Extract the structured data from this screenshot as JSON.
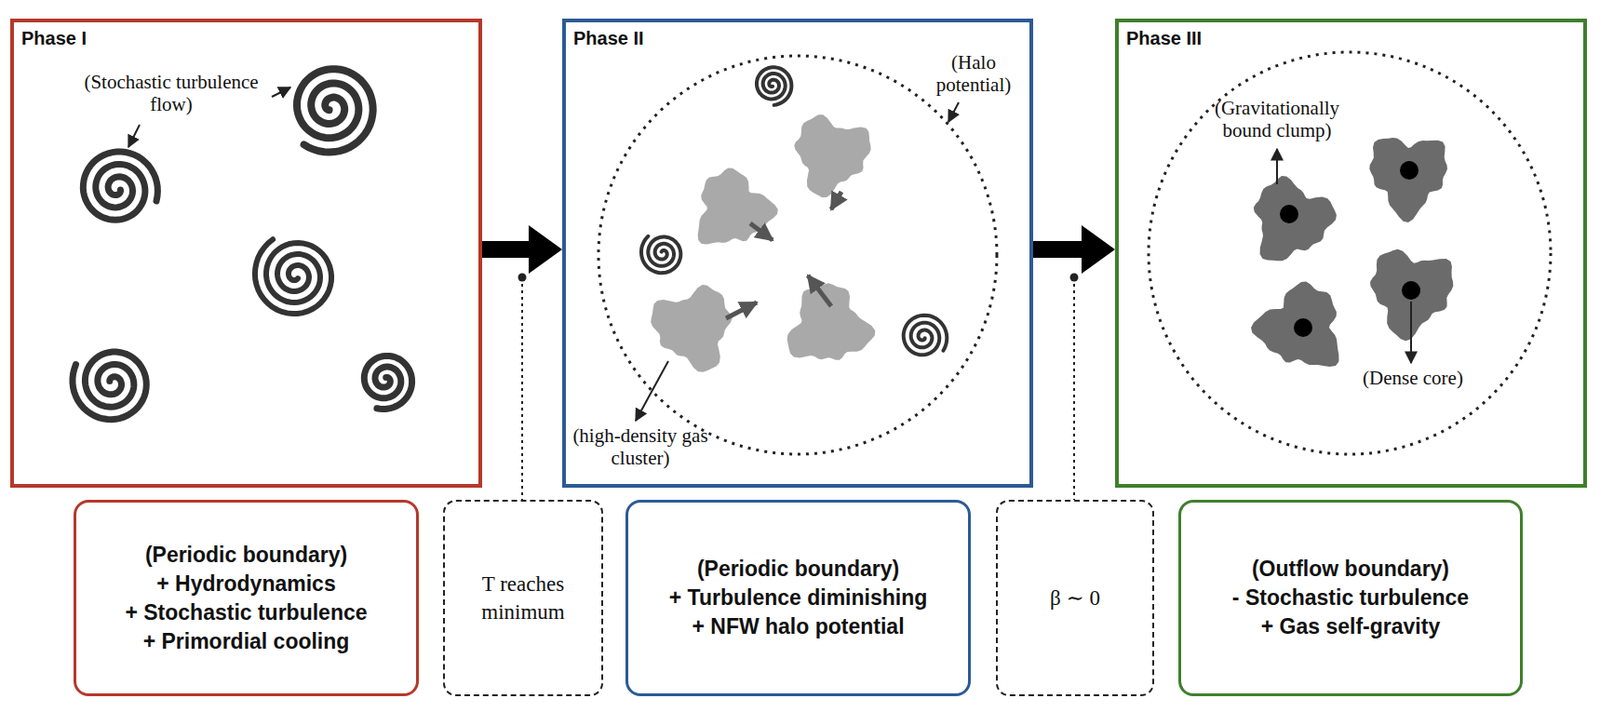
{
  "diagram": {
    "nodes": [
      {
        "text": [
          "Phase I"
        ]
      },
      {
        "text": [
          "Phase II"
        ]
      },
      {
        "text": [
          "Phase III"
        ]
      },
      {
        "text": [
          "(Periodic boundary)",
          "+ Hydrodynamics",
          "+ Stochastic turbulence",
          "+ Primordial cooling"
        ]
      },
      {
        "text": [
          "T reaches minimum"
        ]
      },
      {
        "text": [
          "(Periodic boundary)",
          "+ Turbulence diminishing",
          "+ NFW halo potential"
        ]
      },
      {
        "text": [
          "β ∼ 0"
        ]
      },
      {
        "text": [
          "(Outflow boundary)",
          "- Stochastic turbulence",
          "+ Gas self-gravity"
        ]
      }
    ],
    "edges": [
      {
        "from": 0,
        "to": 1,
        "arrow": "to"
      },
      {
        "from": 1,
        "to": 2,
        "arrow": "to"
      }
    ],
    "labels": [
      "(Stochastic turbulence flow)",
      "(Halo potential)",
      "(high-density gas cluster)",
      "(Gravitationally bound clump)",
      "(Dense core)"
    ]
  }
}
